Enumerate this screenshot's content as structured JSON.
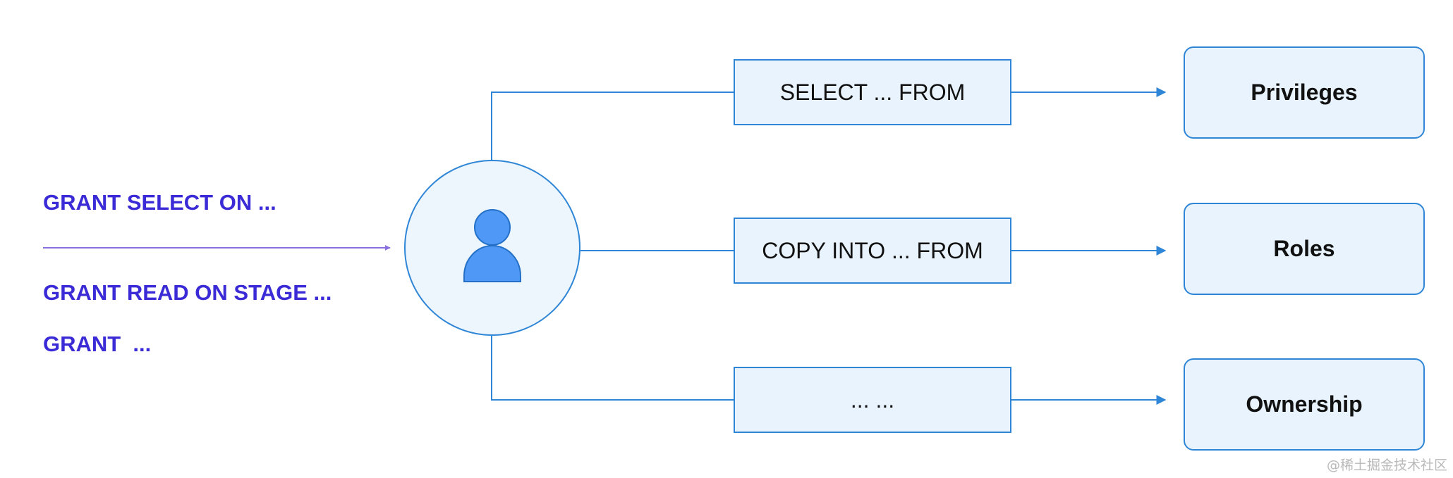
{
  "grants": [
    "GRANT SELECT ON ...",
    "GRANT READ ON STAGE ...",
    "GRANT  ..."
  ],
  "operations": [
    "SELECT ... FROM",
    "COPY INTO ... FROM",
    "... ..."
  ],
  "targets": [
    "Privileges",
    "Roles",
    "Ownership"
  ],
  "watermark": "@稀土掘金技术社区",
  "icons": {
    "user": "user-icon"
  },
  "colors": {
    "grant_text": "#3b2bd6",
    "grant_arrow": "#8a6fe0",
    "line": "#2f86d6",
    "box_fill": "#e8f3fd",
    "user_fill": "#4f98f5",
    "circle_fill": "#edf5fd"
  }
}
